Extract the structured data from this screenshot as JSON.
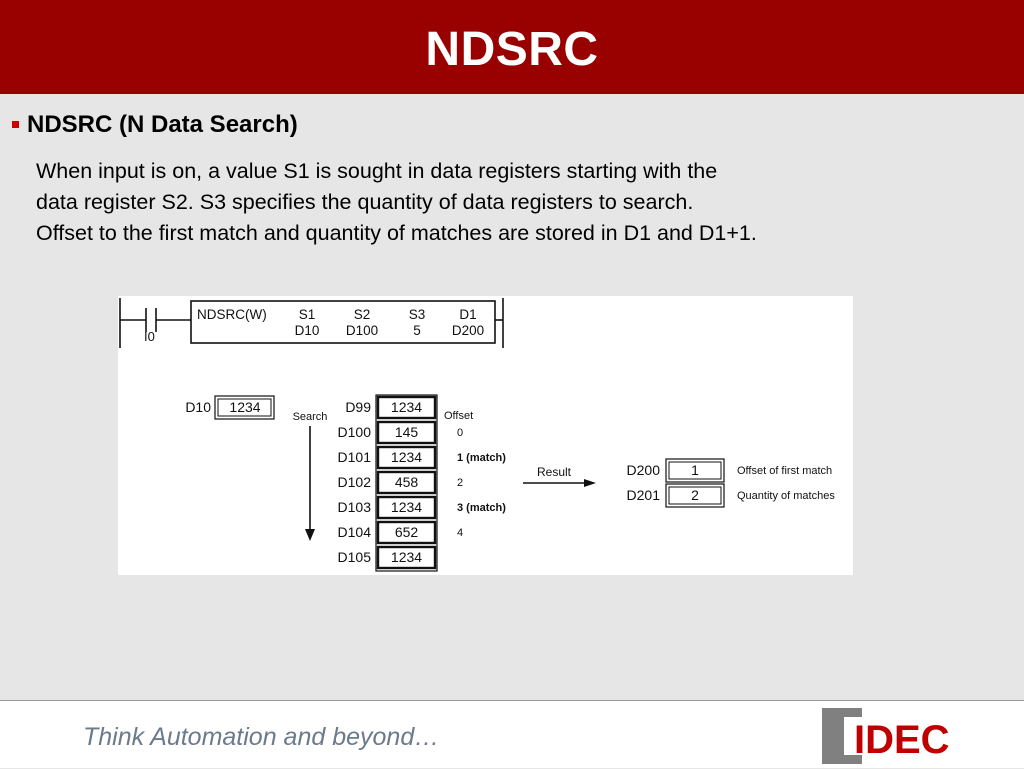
{
  "slide": {
    "title": "NDSRC",
    "bullet_heading": "NDSRC (N Data Search)",
    "description_lines": [
      "When input is on, a value S1 is sought in data registers starting with the",
      "data register S2. S3 specifies the quantity of data registers to search.",
      "Offset to the first match and quantity of matches are stored in D1 and D1+1."
    ]
  },
  "ladder": {
    "input_label": "I0",
    "instruction": "NDSRC(W)",
    "operands": [
      {
        "name": "S1",
        "value": "D10"
      },
      {
        "name": "S2",
        "value": "D100"
      },
      {
        "name": "S3",
        "value": "5"
      },
      {
        "name": "D1",
        "value": "D200"
      }
    ]
  },
  "search": {
    "source_register": "D10",
    "source_value": "1234",
    "search_label": "Search",
    "offset_label": "Offset",
    "result_label": "Result",
    "registers": [
      {
        "name": "D99",
        "value": "1234",
        "offset": ""
      },
      {
        "name": "D100",
        "value": "145",
        "offset": "0"
      },
      {
        "name": "D101",
        "value": "1234",
        "offset": "1 (match)"
      },
      {
        "name": "D102",
        "value": "458",
        "offset": "2"
      },
      {
        "name": "D103",
        "value": "1234",
        "offset": "3 (match)"
      },
      {
        "name": "D104",
        "value": "652",
        "offset": "4"
      },
      {
        "name": "D105",
        "value": "1234",
        "offset": ""
      }
    ],
    "results": [
      {
        "name": "D200",
        "value": "1",
        "desc": "Offset of first match"
      },
      {
        "name": "D201",
        "value": "2",
        "desc": "Quantity of matches"
      }
    ]
  },
  "footer": {
    "tagline": "Think Automation and beyond…",
    "logo_text": "IDEC"
  },
  "colors": {
    "title_bar": "#990000",
    "bullet": "#cc0000",
    "tagline": "#6b7a8c",
    "logo_red": "#c00000",
    "logo_gray": "#808080"
  }
}
